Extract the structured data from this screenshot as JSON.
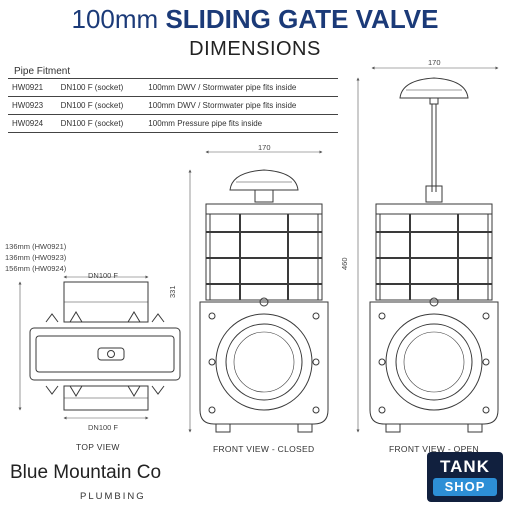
{
  "header": {
    "title_size": "100mm",
    "title_name": "SLIDING GATE VALVE",
    "subtitle": "DIMENSIONS"
  },
  "fitment": {
    "heading": "Pipe Fitment",
    "rows": [
      {
        "code": "HW0921",
        "connection": "DN100 F (socket)",
        "description": "100mm DWV / Stormwater pipe fits inside"
      },
      {
        "code": "HW0923",
        "connection": "DN100 F (socket)",
        "description": "100mm DWV / Stormwater pipe fits inside"
      },
      {
        "code": "HW0924",
        "connection": "DN100 F (socket)",
        "description": "100mm Pressure pipe fits inside"
      }
    ]
  },
  "top_view": {
    "lengths": [
      "136mm (HW0921)",
      "136mm (HW0923)",
      "156mm (HW0924)"
    ],
    "dn_top": "DN100 F",
    "dn_bottom": "DN100 F",
    "label": "TOP VIEW"
  },
  "front_closed": {
    "width": "170",
    "height": "331",
    "label": "FRONT VIEW - CLOSED"
  },
  "front_open": {
    "width": "170",
    "height": "460",
    "label": "FRONT VIEW - OPEN"
  },
  "brand": {
    "name": "Blue Mountain Co",
    "sub": "PLUMBING"
  },
  "logo": {
    "line1": "TANK",
    "line2": "SHOP"
  },
  "colors": {
    "title": "#1b3a78",
    "line": "#3a3a3a",
    "logo_bg": "#11203e",
    "logo_accent": "#2d8fd6"
  }
}
